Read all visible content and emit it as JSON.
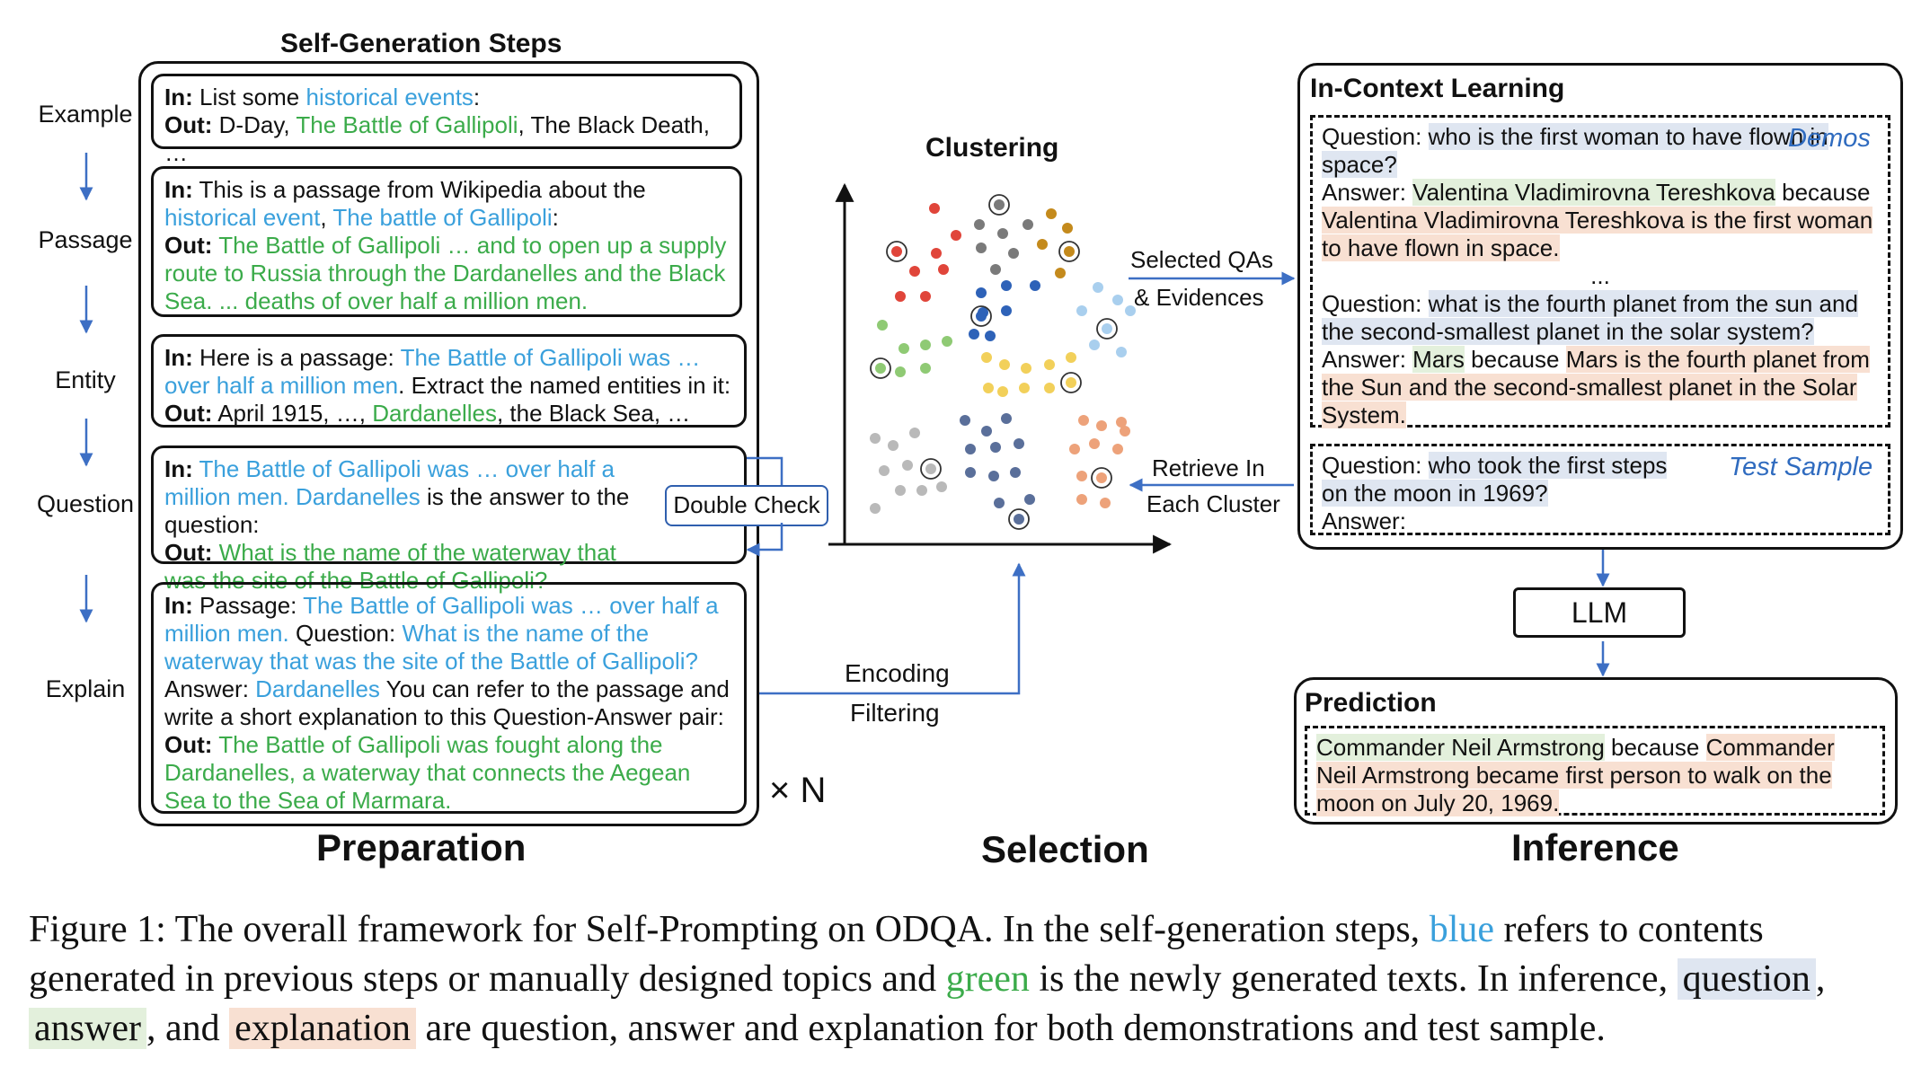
{
  "preparation": {
    "title": "Self-Generation Steps",
    "label": "Preparation",
    "times_n": "× N",
    "steps": [
      "Example",
      "Passage",
      "Entity",
      "Question",
      "Explain"
    ],
    "box1": {
      "in_label": "In:",
      "in_text": "List some",
      "in_topic": "historical events",
      "in_colon": ":",
      "out_label": "Out:",
      "out_a": "D-Day,",
      "out_b": "The Battle of Gallipoli",
      "out_c": ", The Black Death, …"
    },
    "box2": {
      "in_label": "In:",
      "in_text": "This is a passage from Wikipedia about the",
      "in_topic1": "historical event",
      "in_comma": ",",
      "in_topic2": "The battle of Gallipoli",
      "in_colon": ":",
      "out_label": "Out:",
      "out_text": "The Battle of Gallipoli … and to open up a supply route to Russia through the Dardanelles and the Black Sea. ... deaths of over half a million men."
    },
    "box3": {
      "in_label": "In:",
      "in_text": "Here is a passage:",
      "in_passage": "The Battle of Gallipoli was … over half a million men",
      "in_rest": ". Extract the named entities in it:",
      "out_label": "Out:",
      "out_a": "April 1915, …,",
      "out_b": "Dardanelles",
      "out_c": ", the Black Sea, …"
    },
    "box4": {
      "in_label": "In:",
      "in_passage": "The Battle of Gallipoli was … over half a million men.",
      "in_entity": "Dardanelles",
      "in_rest": "is the answer to the question:",
      "out_label": "Out:",
      "out_text": "What is the name of the waterway that was the site of the Battle of Gallipoli?"
    },
    "double_check": "Double Check",
    "box5": {
      "in_label": "In:",
      "passage_label": "Passage:",
      "passage": "The Battle of Gallipoli was … over half a million men.",
      "question_label": "Question:",
      "question": "What is the name of the waterway that was the site of the Battle of Gallipoli?",
      "answer_label": "Answer:",
      "answer": "Dardanelles",
      "instruction": "You can refer to the passage and write a short explanation to this Question-Answer pair:",
      "out_label": "Out:",
      "out_text": "The Battle of Gallipoli was fought along the Dardanelles, a waterway that connects the Aegean Sea to the Sea of Marmara."
    }
  },
  "selection": {
    "title": "Clustering",
    "label": "Selection",
    "encoding": "Encoding",
    "filtering": "Filtering",
    "selected_1": "Selected QAs",
    "selected_2": "& Evidences",
    "retrieve_1": "Retrieve In",
    "retrieve_2": "Each Cluster",
    "cluster_colors": [
      "#e0453a",
      "#7a7a7a",
      "#c48a1c",
      "#2e62b8",
      "#a9cfee",
      "#8fca74",
      "#f2d05a",
      "#b9b9b9",
      "#5a6f9a",
      "#eda27a"
    ]
  },
  "inference": {
    "title": "In-Context Learning",
    "label": "Inference",
    "demos_tag": "Demos",
    "test_tag": "Test Sample",
    "q_label": "Question:",
    "a_label": "Answer:",
    "demo1_q": "who is the first woman to have flown in space?",
    "demo1_a": "Valentina Vladimirovna Tereshkova",
    "because": "because",
    "demo1_e": "Valentina Vladimirovna Tereshkova is the first woman to have flown in space.",
    "ellipsis": "...",
    "demo2_q": "what is the fourth planet from the sun and the second-smallest planet in the solar system?",
    "demo2_a": "Mars",
    "demo2_e": "Mars is the fourth planet from the Sun and the second-smallest planet in the Solar System.",
    "test_q": "who took the first steps on the moon in 1969?",
    "llm": "LLM",
    "prediction_title": "Prediction",
    "pred_a": "Commander Neil Armstrong",
    "pred_e": "Commander Neil Armstrong became first person to walk on the moon on July 20, 1969."
  },
  "caption": {
    "p1": "Figure 1: The overall framework for Self-Prompting on ODQA. In the self-generation steps,",
    "blue": "blue",
    "p2": "refers to contents generated in previous steps or manually designed topics and",
    "green": "green",
    "p3": "is the newly generated texts. In inference,",
    "question": "question",
    "p4": ",",
    "answer": "answer",
    "p5": ", and",
    "explanation": "explanation",
    "p6": "are question, answer and explanation for both demonstrations and test sample."
  }
}
